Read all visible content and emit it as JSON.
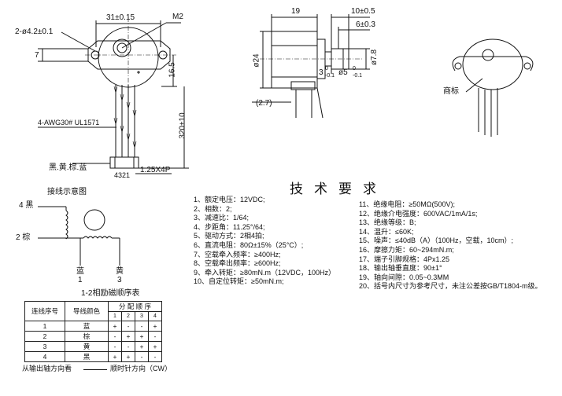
{
  "dimensions": {
    "mount_hole_pitch": "31±0.15",
    "screw_label": "M2",
    "mount_holes": "2-ø4.2±0.1",
    "flange_offset": "7",
    "body_offset": "16.5",
    "lead_length": "320±10",
    "lead_wire": "4-AWG30# UL1571",
    "wire_colors": "黑.黄.棕.蓝",
    "connector_pins": "4321",
    "connector": "1.25X4P",
    "body_depth": "19",
    "shaft_length": "10±0.5",
    "shaft_flat": "6±0.3",
    "body_diameter": "ø24",
    "shaft_dia": "ø7.8",
    "shaft_step": "3",
    "shaft_step_tol": "-0.1",
    "shaft_step_tol2": "0",
    "shaft_d": "ø5",
    "shaft_d_tol": "-0.1",
    "shaft_d_tol2": "0",
    "rear_offset": "(2.7)",
    "trademark": "商标"
  },
  "wiring": {
    "title": "接线示意图",
    "black": "4 黑",
    "brown": "2 棕",
    "blue": "蓝",
    "blue_no": "1",
    "yellow": "黄",
    "yellow_no": "3"
  },
  "phase_table": {
    "caption": "1-2相励磁顺序表",
    "headers": [
      "连线序号",
      "导线颜色",
      "分 配 顺 序"
    ],
    "steps": [
      "1",
      "2",
      "3",
      "4"
    ],
    "rows": [
      {
        "no": "1",
        "color": "蓝",
        "s": [
          "+",
          "-",
          "-",
          "+"
        ]
      },
      {
        "no": "2",
        "color": "棕",
        "s": [
          "-",
          "+",
          "+",
          "-"
        ]
      },
      {
        "no": "3",
        "color": "黄",
        "s": [
          "-",
          "-",
          "+",
          "+"
        ]
      },
      {
        "no": "4",
        "color": "黑",
        "s": [
          "+",
          "+",
          "-",
          "-"
        ]
      }
    ],
    "footer_left": "从输出轴方向看",
    "footer_right": "顺时针方向（CW）"
  },
  "specs": {
    "title": "技术要求",
    "left": [
      "1、额定电压：12VDC;",
      "2、相数：2;",
      "3、减速比：1/64;",
      "4、步距角：11.25°/64;",
      "5、驱动方式：2相4拍;",
      "6、直流电阻：80Ω±15%（25°C）;",
      "7、空载牵入频率：≥400Hz;",
      "8、空载牵出频率：≥600Hz;",
      "9、牵入转矩：≥80mN.m（12VDC，100Hz）",
      "10、自定位转矩：≥50mN.m;"
    ],
    "right": [
      "11、绝缘电阻：≥50MΩ(500V);",
      "12、绝缘介电强度：600VAC/1mA/1s;",
      "13、绝缘等级：B;",
      "14、温升：≤60K;",
      "15、噪声：≤40dB（A）（100Hz，空载，10cm）;",
      "16、摩擦力矩：60~294mN.m;",
      "17、端子引脚规格：4Px1.25",
      "18、输出轴垂直度：90±1°",
      "19、轴向间隙：0.05~0.3MM",
      "20、括号内尺寸为参考尺寸，未注公差按GB/T1804-m级。"
    ]
  }
}
